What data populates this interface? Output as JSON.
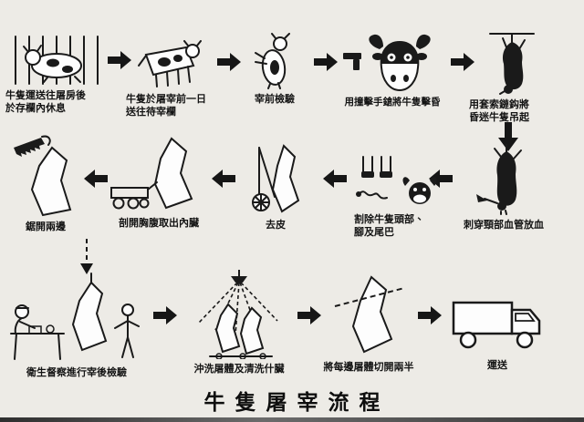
{
  "title": "牛隻屠宰流程",
  "steps": [
    {
      "caption": "牛隻運送往屠房後\n於存欄內休息",
      "icon": "penned-cattle"
    },
    {
      "caption": "牛隻於屠宰前一日\n送往待宰欄",
      "icon": "lairage-cattle"
    },
    {
      "caption": "宰前檢驗",
      "icon": "antemortem-cattle"
    },
    {
      "caption": "用撞擊手鎗將牛隻擊昏",
      "icon": "stunning-gun-bull"
    },
    {
      "caption": "用套索鏈鈎將\n昏迷牛隻吊起",
      "icon": "hoisted-cattle"
    },
    {
      "caption": "刺穿頸部血管放血",
      "icon": "bleeding-carcass"
    },
    {
      "caption": "割除牛隻頭部、\n腳及尾巴",
      "icon": "removed-parts"
    },
    {
      "caption": "去皮",
      "icon": "skinning-winch"
    },
    {
      "caption": "剖開胸腹取出內臟",
      "icon": "evisceration-cart"
    },
    {
      "caption": "鋸開兩邊",
      "icon": "sawing-carcass"
    },
    {
      "caption": "衛生督察進行宰後檢驗",
      "icon": "postmortem-inspection"
    },
    {
      "caption": "沖洗屠體及清洗什臟",
      "icon": "washing-shower"
    },
    {
      "caption": "將每邊屠體切開兩半",
      "icon": "splitting-carcass"
    },
    {
      "caption": "運送",
      "icon": "transport-truck"
    }
  ]
}
